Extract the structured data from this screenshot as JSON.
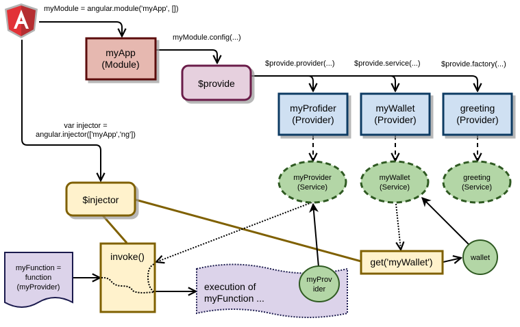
{
  "diagram": {
    "title": "AngularJS dependency injection",
    "logo": {
      "icon": "angular-logo-icon",
      "letter": "A",
      "colors": {
        "shield_left": "#e23237",
        "shield_right": "#b52e31",
        "outline": "#a6a6a6"
      }
    },
    "edge_labels": {
      "module_create": "myModule = angular.module('myApp', [])",
      "module_config": "myModule.config(...)",
      "provide_provider": "$provide.provider(...)",
      "provide_service": "$provide.service(...)",
      "provide_factory": "$provide.factory(...)",
      "injector_line1": "var injector =",
      "injector_line2": "angular.injector(['myApp','ng'])"
    },
    "nodes": {
      "module": {
        "line1": "myApp",
        "line2": "(Module)"
      },
      "provide": {
        "label": "$provide"
      },
      "providers": [
        {
          "line1": "myProfider",
          "line2": "(Provider)"
        },
        {
          "line1": "myWallet",
          "line2": "(Provider)"
        },
        {
          "line1": "greeting",
          "line2": "(Provider)"
        }
      ],
      "services": [
        {
          "line1": "myProvider",
          "line2": "(Service)"
        },
        {
          "line1": "myWallet",
          "line2": "(Service)"
        },
        {
          "line1": "greeting",
          "line2": "(Service)"
        }
      ],
      "injector": {
        "label": "$injector"
      },
      "invoke": {
        "label": "invoke()"
      },
      "my_function": {
        "line1": "myFunction =",
        "line2": "function",
        "line3": "(myProvider)"
      },
      "execution": {
        "line1": "execution of",
        "line2": "myFunction ..."
      },
      "my_provider_instance": {
        "line1": "myProv",
        "line2": "ider"
      },
      "get_wallet": {
        "label": "get('myWallet')"
      },
      "wallet": {
        "label": "wallet"
      }
    },
    "colors": {
      "module_fill": "#e6b8b0",
      "module_stroke": "#5c0f07",
      "provide_fill": "#e6d0de",
      "provide_stroke": "#6b1f48",
      "provider_fill": "#cfe0f2",
      "provider_stroke": "#0d3a63",
      "service_fill": "#b3d6a6",
      "service_stroke": "#2f5a22",
      "injector_fill": "#fff2cc",
      "injector_stroke": "#7f6000",
      "function_fill": "#dcd3ea",
      "function_stroke": "#1a1a4d"
    }
  }
}
